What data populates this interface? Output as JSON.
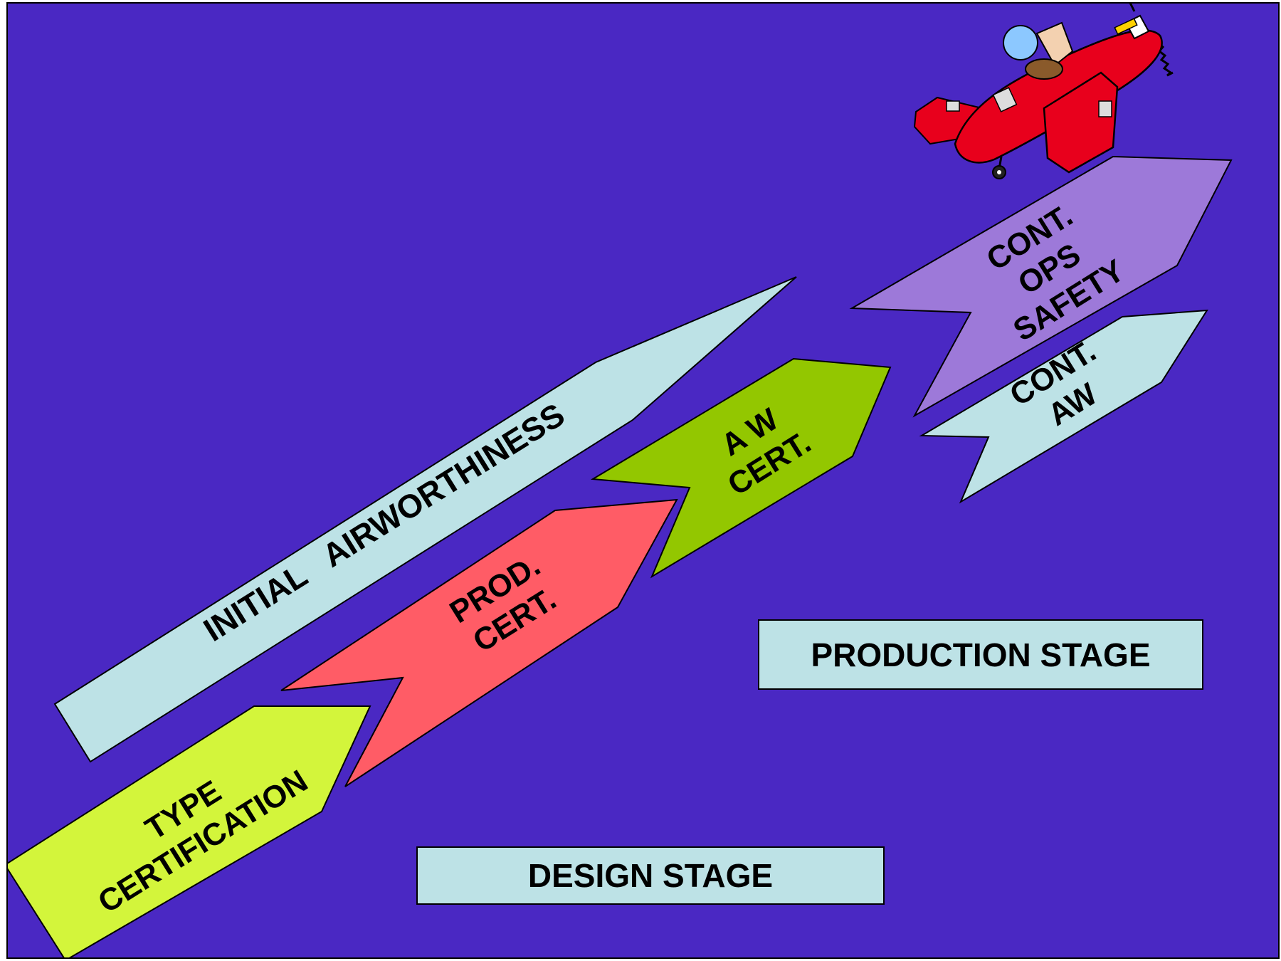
{
  "colors": {
    "background": "#4a28c3",
    "initial_airworthiness": "#bde2e6",
    "type_certification": "#d3f53b",
    "prod_cert": "#ff5c66",
    "aw_cert": "#93c700",
    "cont_ops_safety": "#9d79d9",
    "cont_aw": "#bde2e6",
    "stage_box": "#bde2e6"
  },
  "arrows": {
    "initial_airworthiness": {
      "line1": "INITIAL   AIRWORTHINESS"
    },
    "type_certification": {
      "line1": "TYPE",
      "line2": "CERTIFICATION"
    },
    "prod_cert": {
      "line1": "PROD.",
      "line2": "CERT."
    },
    "aw_cert": {
      "line1": "A W",
      "line2": "CERT."
    },
    "cont_ops_safety": {
      "line1": "CONT.",
      "line2": "OPS",
      "line3": "SAFETY"
    },
    "cont_aw": {
      "line1": "CONT.",
      "line2": "AW"
    }
  },
  "stages": {
    "production": "PRODUCTION STAGE",
    "design": "DESIGN STAGE"
  },
  "illustration": {
    "icon": "airplane-pilot-clipart"
  }
}
